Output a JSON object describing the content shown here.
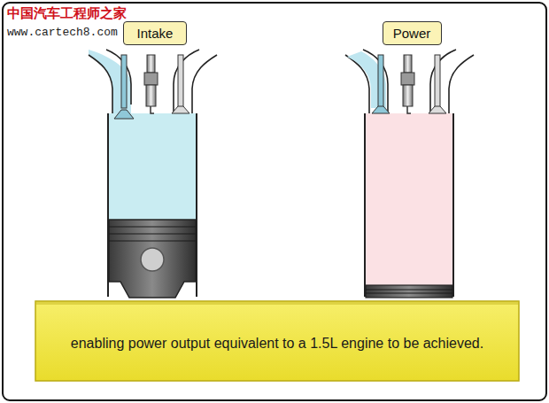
{
  "diagram": {
    "nodes": [
      {
        "text": [
          "Intake"
        ]
      },
      {
        "text": [
          "Power"
        ]
      },
      {
        "text": [
          "enabling power output equivalent to a 1.5L engine to be achieved."
        ]
      }
    ],
    "labels": [
      "中国汽车工程师之家",
      "www.cartech8.com"
    ]
  }
}
